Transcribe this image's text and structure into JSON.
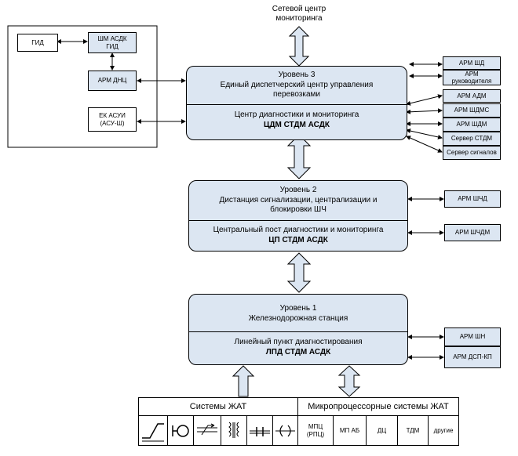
{
  "network_center": [
    "Сетевой центр",
    "мониторинга"
  ],
  "left_group": {
    "gid": "ГИД",
    "shm_asdk": [
      "ШМ АСДК",
      "ГИД"
    ],
    "arm_dnc": "АРМ ДНЦ",
    "ek_asui": [
      "ЕК АСУИ",
      "(АСУ-Ш)"
    ]
  },
  "level3": {
    "title": "Уровень 3",
    "desc": [
      "Единый диспетчерский центр управления",
      "перевозками"
    ],
    "center": "Центр диагностики и мониторинга",
    "code": "ЦДМ СТДМ АСДК"
  },
  "level2": {
    "title": "Уровень 2",
    "desc": [
      "Дистанция сигнализации, централизации и",
      "блокировки ШЧ"
    ],
    "center": "Центральный пост диагностики и мониторинга",
    "code": "ЦП СТДМ АСДК"
  },
  "level1": {
    "title": "Уровень 1",
    "desc": [
      "Железнодорожная станция"
    ],
    "center": "Линейный пункт диагностирования",
    "code": "ЛПД СТДМ АСДК"
  },
  "right_l3_top": [
    "АРМ ШД",
    "АРМ руководителя"
  ],
  "right_l3_bottom": [
    "АРМ АДМ",
    "АРМ ШДМС",
    "АРМ ШДМ",
    "Сервер СТДМ",
    "Сервер сигналов"
  ],
  "right_l2": [
    "АРМ ШЧД",
    "АРМ ШЧДМ"
  ],
  "right_l1": [
    "АРМ ШН",
    "АРМ ДСП-КП"
  ],
  "bottom_table": {
    "zhat_header": "Системы ЖАТ",
    "micro_header": "Микропроцессорные системы ЖАТ",
    "micro_items": [
      "МПЦ (РПЦ)",
      "МП АБ",
      "ДЦ",
      "ТДМ",
      "другие"
    ],
    "zhat_symbols": [
      "signal-symbol",
      "circle-symbol",
      "cable-symbol",
      "transformer-symbol",
      "insulator-symbol",
      "coupler-symbol"
    ]
  }
}
